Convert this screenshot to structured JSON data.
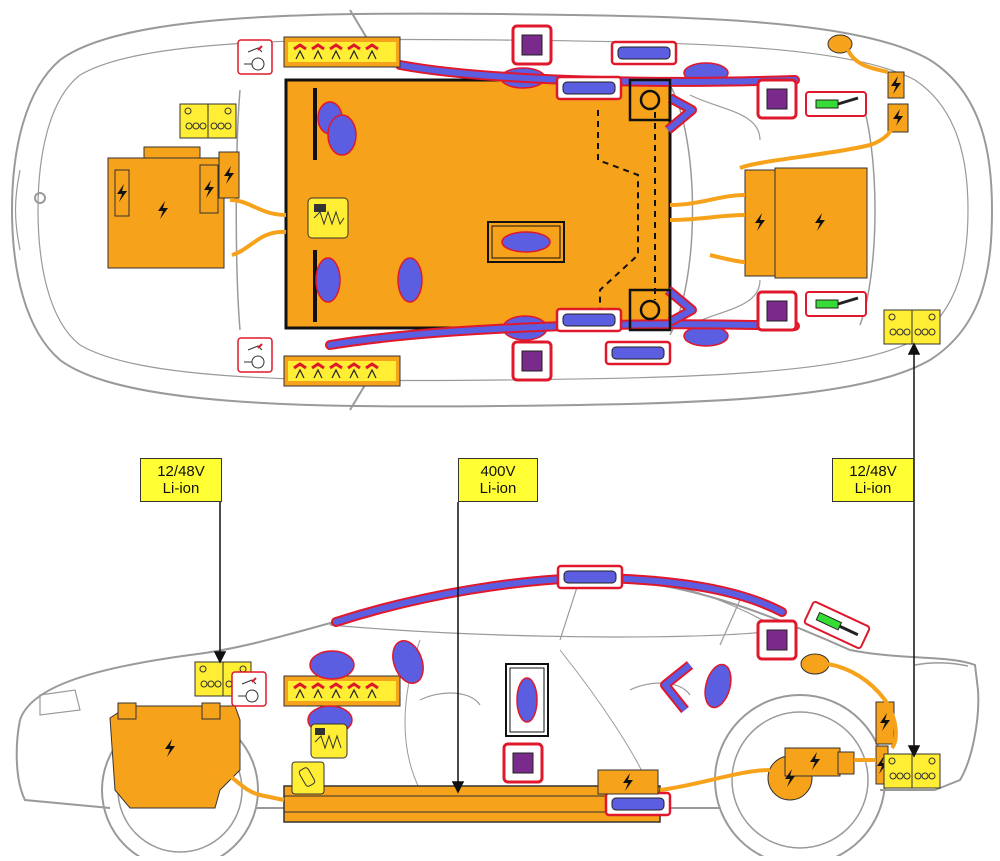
{
  "labels": {
    "left_battery": {
      "line1": "12/48V",
      "line2": "Li-ion"
    },
    "main_battery": {
      "line1": "400V",
      "line2": "Li-ion"
    },
    "right_battery": {
      "line1": "12/48V",
      "line2": "Li-ion"
    }
  },
  "colors": {
    "hv_component": "#f7a21b",
    "airbag": "#5b5ee0",
    "airbag_outline": "#e0182c",
    "gas_generator": "#7a2a8a",
    "battery_12v": "#ffee33",
    "body_outline": "#9a9a9a",
    "cable": "#f7a21b"
  },
  "icons": {
    "hv": "high-voltage-lightning-icon",
    "airbag": "airbag-icon",
    "inflator": "gas-inflator-icon",
    "gas_generator": "gas-generator-icon",
    "seatbelt_tensioner": "seatbelt-pretensioner-icon",
    "battery_12v": "low-voltage-battery-icon",
    "gas_spring": "gas-spring-icon"
  }
}
